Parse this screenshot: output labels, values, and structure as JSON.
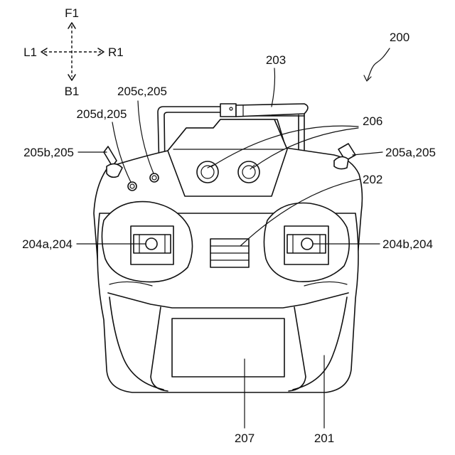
{
  "figure": {
    "ref_main": "200",
    "directions": {
      "forward": "F1",
      "back": "B1",
      "left": "L1",
      "right": "R1"
    },
    "labels": {
      "housing": "201",
      "display_grille": "202",
      "antenna": "203",
      "stick_left": "204a,204",
      "stick_right": "204b,204",
      "switch_right": "205a,205",
      "switch_left": "205b,205",
      "toggle_c": "205c,205",
      "toggle_d": "205d,205",
      "knobs": "206",
      "screen": "207"
    }
  }
}
